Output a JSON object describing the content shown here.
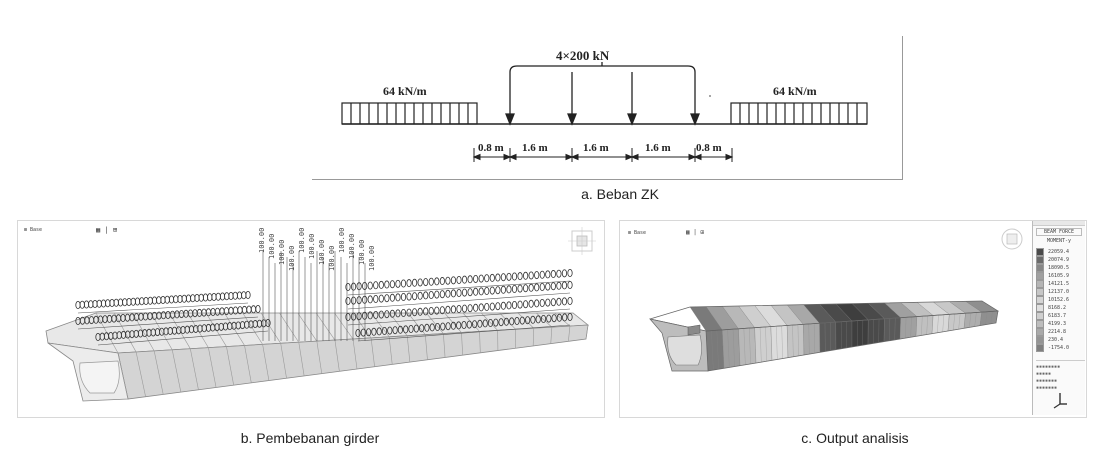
{
  "figure_a": {
    "caption": "a. Beban ZK",
    "point_loads_label": "4×200 kN",
    "udl_left_label": "64 kN/m",
    "udl_right_label": "64 kN/m",
    "dimensions": [
      "0.8 m",
      "1.6 m",
      "1.6 m",
      "1.6 m",
      "0.8 m"
    ]
  },
  "figure_b": {
    "caption": "b. Pembebanan girder",
    "view_label": "Base",
    "load_values": [
      "100.00",
      "100.00",
      "100.00",
      "100.00",
      "100.00",
      "100.00",
      "100.00",
      "100.00",
      "100.00",
      "100.00",
      "100.00",
      "100.00"
    ]
  },
  "figure_c": {
    "caption": "c. Output analisis",
    "view_label": "Base",
    "legend": {
      "title": "BEAM FORCE",
      "subtitle": "MOMENT-y",
      "values": [
        "22059.4",
        "20074.9",
        "18090.5",
        "16105.9",
        "14121.5",
        "12137.0",
        "10152.6",
        "8168.2",
        "6183.7",
        "4199.3",
        "2214.8",
        "230.4",
        "-1754.0"
      ],
      "colors": [
        "#4a4a4a",
        "#6a6a6a",
        "#878787",
        "#a0a0a0",
        "#b5b5b5",
        "#c6c6c6",
        "#d4d4d4",
        "#e0e0e0",
        "#cfcfcf",
        "#bdbdbd",
        "#a9a9a9",
        "#949494",
        "#7f7f7f"
      ]
    }
  }
}
